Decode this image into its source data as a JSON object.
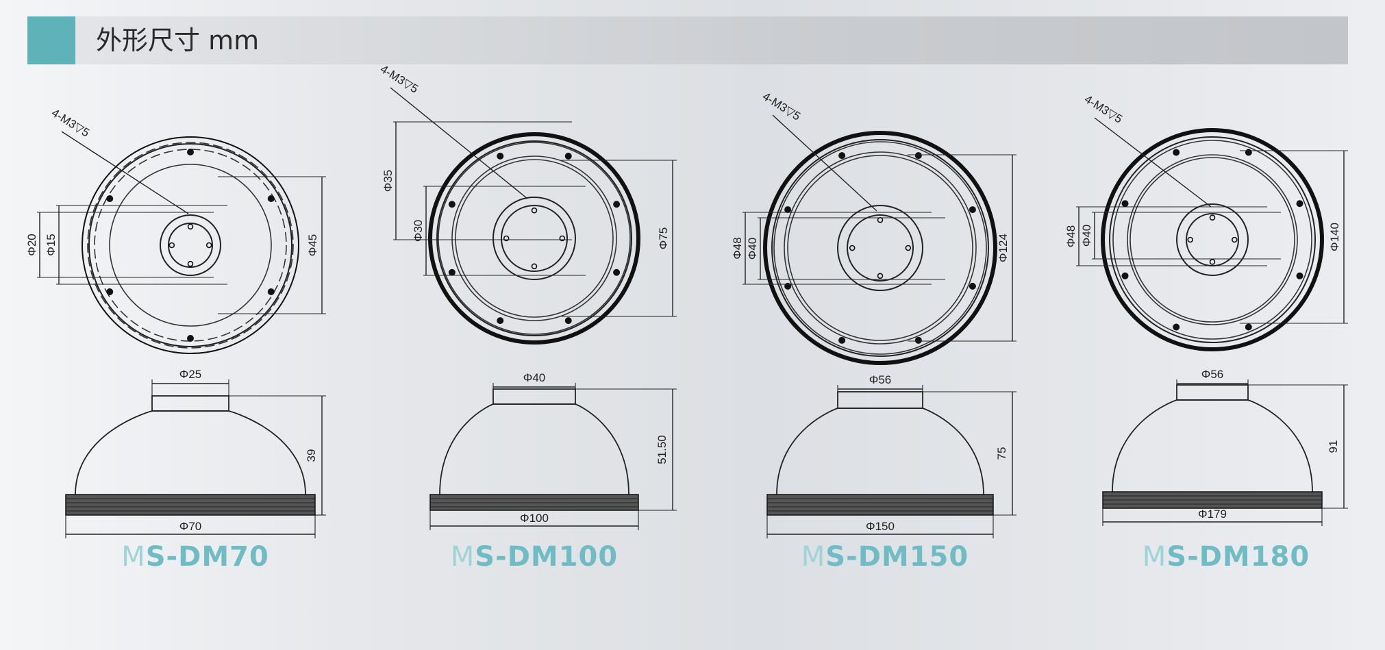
{
  "header": {
    "title": "外形尺寸 mm"
  },
  "models": [
    {
      "name_prefix": "M",
      "name_rest": "S-DM70",
      "top": {
        "hole": "4-M3▽5",
        "dims": [
          "Φ20",
          "Φ15",
          "Φ45"
        ]
      },
      "side": {
        "top_dia": "Φ25",
        "height": "39",
        "base_dia": "Φ70"
      }
    },
    {
      "name_prefix": "M",
      "name_rest": "S-DM100",
      "top": {
        "hole": "4-M3▽5",
        "dims": [
          "Φ35",
          "Φ30",
          "Φ75"
        ]
      },
      "side": {
        "top_dia": "Φ40",
        "height": "51.50",
        "base_dia": "Φ100"
      }
    },
    {
      "name_prefix": "M",
      "name_rest": "S-DM150",
      "top": {
        "hole": "4-M3▽5",
        "dims": [
          "Φ48",
          "Φ40",
          "Φ124"
        ]
      },
      "side": {
        "top_dia": "Φ56",
        "height": "75",
        "base_dia": "Φ150"
      }
    },
    {
      "name_prefix": "M",
      "name_rest": "S-DM180",
      "top": {
        "hole": "4-M3▽5",
        "dims": [
          "Φ48",
          "Φ40",
          "Φ140"
        ]
      },
      "side": {
        "top_dia": "Φ56",
        "height": "91",
        "base_dia": "Φ179"
      }
    }
  ]
}
